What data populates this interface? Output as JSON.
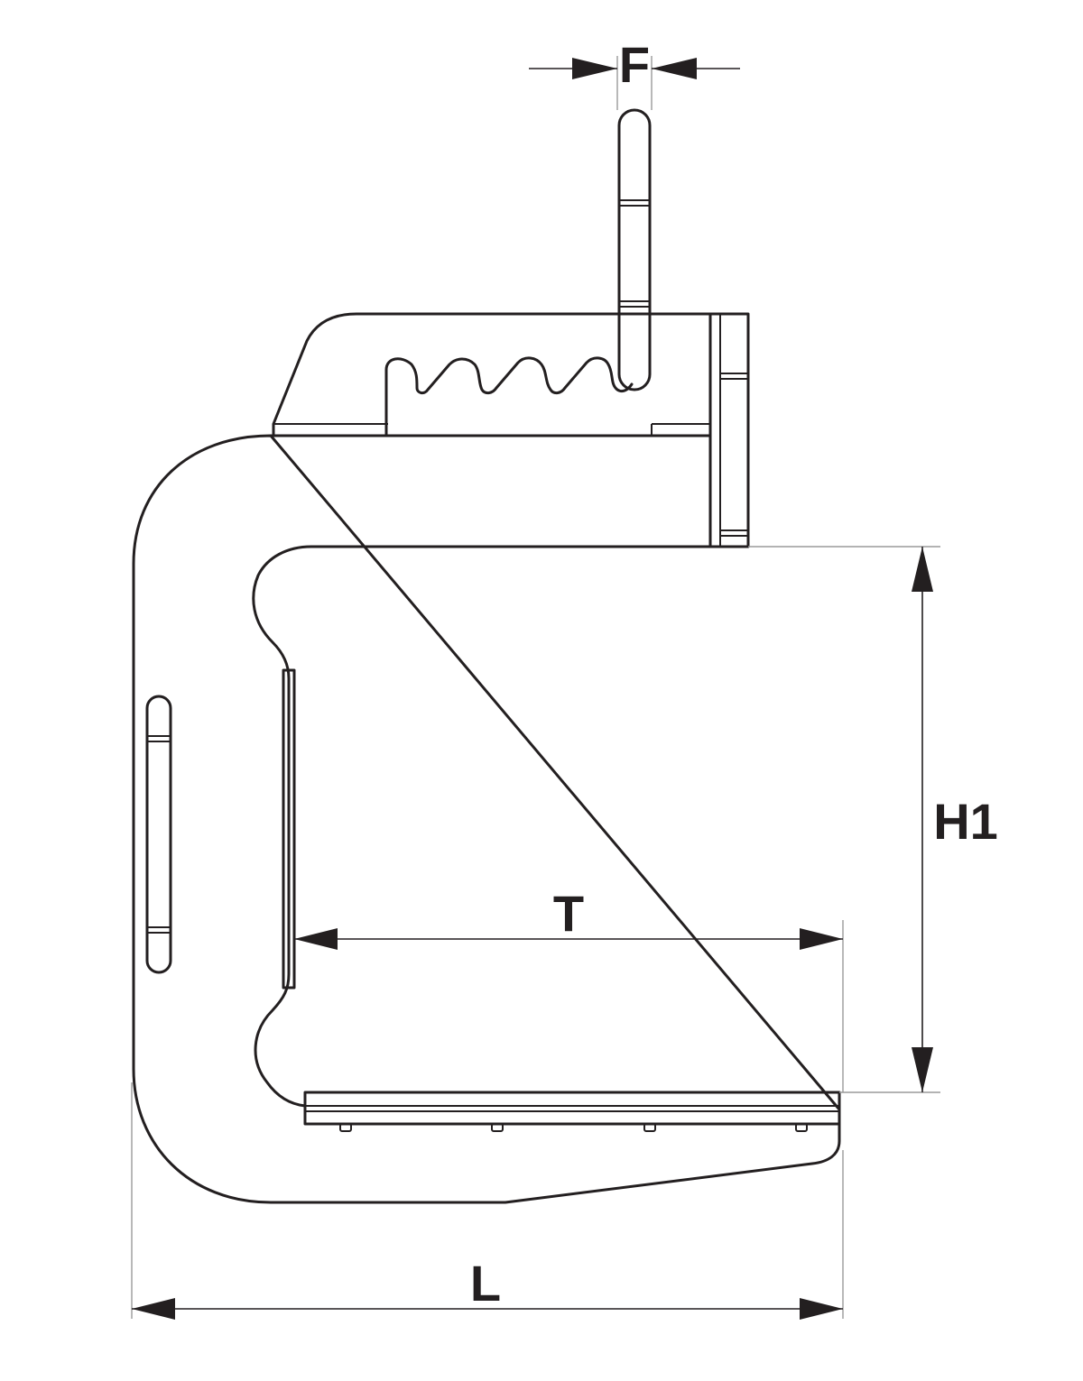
{
  "dimensions": {
    "F": "F",
    "H1": "H1",
    "T": "T",
    "L": "L"
  },
  "colors": {
    "line": "#231f20",
    "extension_line": "#9a9a9a",
    "background": "#ffffff"
  }
}
